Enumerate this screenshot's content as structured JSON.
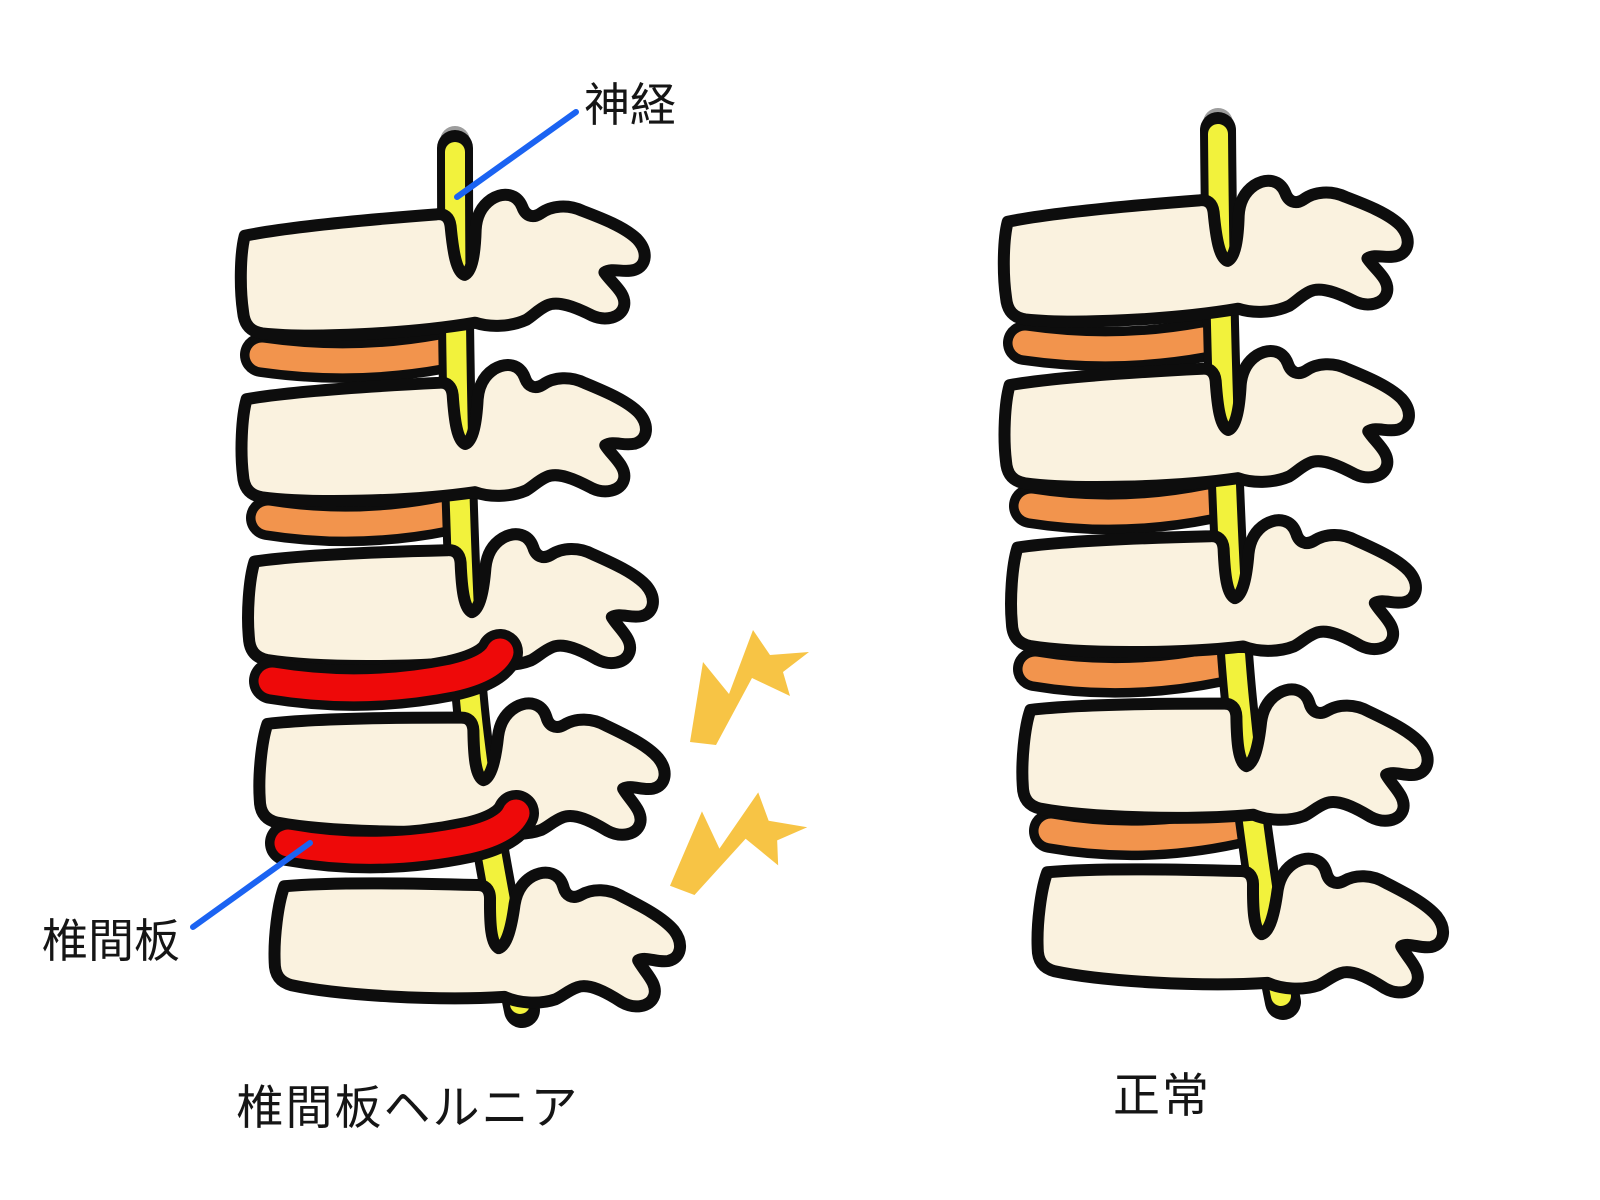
{
  "diagram": {
    "label_nerve": "神経",
    "label_disc": "椎間板",
    "caption_herniated": "椎間板ヘルニア",
    "caption_normal": "正常"
  },
  "figures": {
    "left": {
      "condition": "herniated",
      "discs": [
        "orange",
        "orange",
        "red",
        "red"
      ]
    },
    "right": {
      "condition": "normal",
      "discs": [
        "orange",
        "orange",
        "orange",
        "orange"
      ]
    }
  },
  "colors": {
    "background": "#ffffff",
    "outline": "#0d0d0d",
    "bone": "#faf2df",
    "disc_orange": "#f2944d",
    "disc_red": "#ee0909",
    "nerve_yellow": "#f2f23c",
    "nerve_cap": "#9d9d9d",
    "pain_bolt": "#f7c445",
    "pointer_blue": "#1b63f2",
    "text": "#151515"
  }
}
